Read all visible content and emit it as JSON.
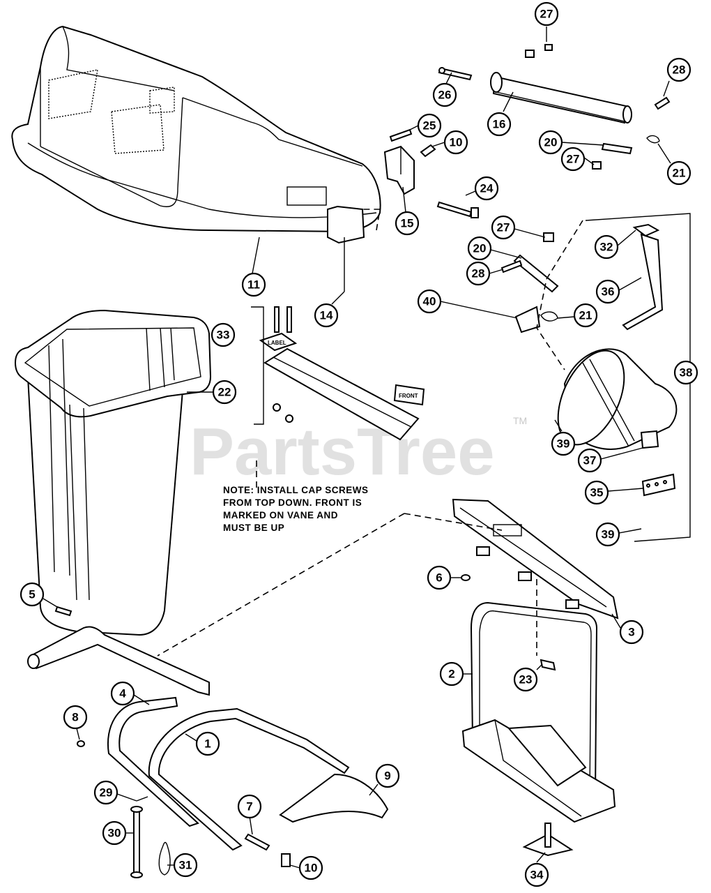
{
  "watermark": {
    "text": "PartsTree",
    "tm": "TM"
  },
  "note": {
    "lines": [
      "NOTE: INSTALL CAP SCREWS",
      "FROM TOP DOWN. FRONT IS",
      "MARKED ON VANE AND",
      "MUST BE UP"
    ]
  },
  "vane_tag": "FRONT",
  "callouts": [
    {
      "id": "c27a",
      "label": "27"
    },
    {
      "id": "c28a",
      "label": "28"
    },
    {
      "id": "c26",
      "label": "26"
    },
    {
      "id": "c16",
      "label": "16"
    },
    {
      "id": "c25",
      "label": "25"
    },
    {
      "id": "c10a",
      "label": "10"
    },
    {
      "id": "c20a",
      "label": "20"
    },
    {
      "id": "c21a",
      "label": "21"
    },
    {
      "id": "c27b",
      "label": "27"
    },
    {
      "id": "c24",
      "label": "24"
    },
    {
      "id": "c15",
      "label": "15"
    },
    {
      "id": "c27c",
      "label": "27"
    },
    {
      "id": "c32",
      "label": "32"
    },
    {
      "id": "c20b",
      "label": "20"
    },
    {
      "id": "c11",
      "label": "11"
    },
    {
      "id": "c28b",
      "label": "28"
    },
    {
      "id": "c36",
      "label": "36"
    },
    {
      "id": "c40",
      "label": "40"
    },
    {
      "id": "c14",
      "label": "14"
    },
    {
      "id": "c21b",
      "label": "21"
    },
    {
      "id": "c33",
      "label": "33"
    },
    {
      "id": "c38",
      "label": "38"
    },
    {
      "id": "c22",
      "label": "22"
    },
    {
      "id": "c39a",
      "label": "39"
    },
    {
      "id": "c37",
      "label": "37"
    },
    {
      "id": "c35",
      "label": "35"
    },
    {
      "id": "c39b",
      "label": "39"
    },
    {
      "id": "c6",
      "label": "6"
    },
    {
      "id": "c5",
      "label": "5"
    },
    {
      "id": "c3",
      "label": "3"
    },
    {
      "id": "c2",
      "label": "2"
    },
    {
      "id": "c23",
      "label": "23"
    },
    {
      "id": "c4",
      "label": "4"
    },
    {
      "id": "c8",
      "label": "8"
    },
    {
      "id": "c1",
      "label": "1"
    },
    {
      "id": "c9",
      "label": "9"
    },
    {
      "id": "c29",
      "label": "29"
    },
    {
      "id": "c7",
      "label": "7"
    },
    {
      "id": "c30",
      "label": "30"
    },
    {
      "id": "c31",
      "label": "31"
    },
    {
      "id": "c10b",
      "label": "10"
    },
    {
      "id": "c34",
      "label": "34"
    }
  ]
}
